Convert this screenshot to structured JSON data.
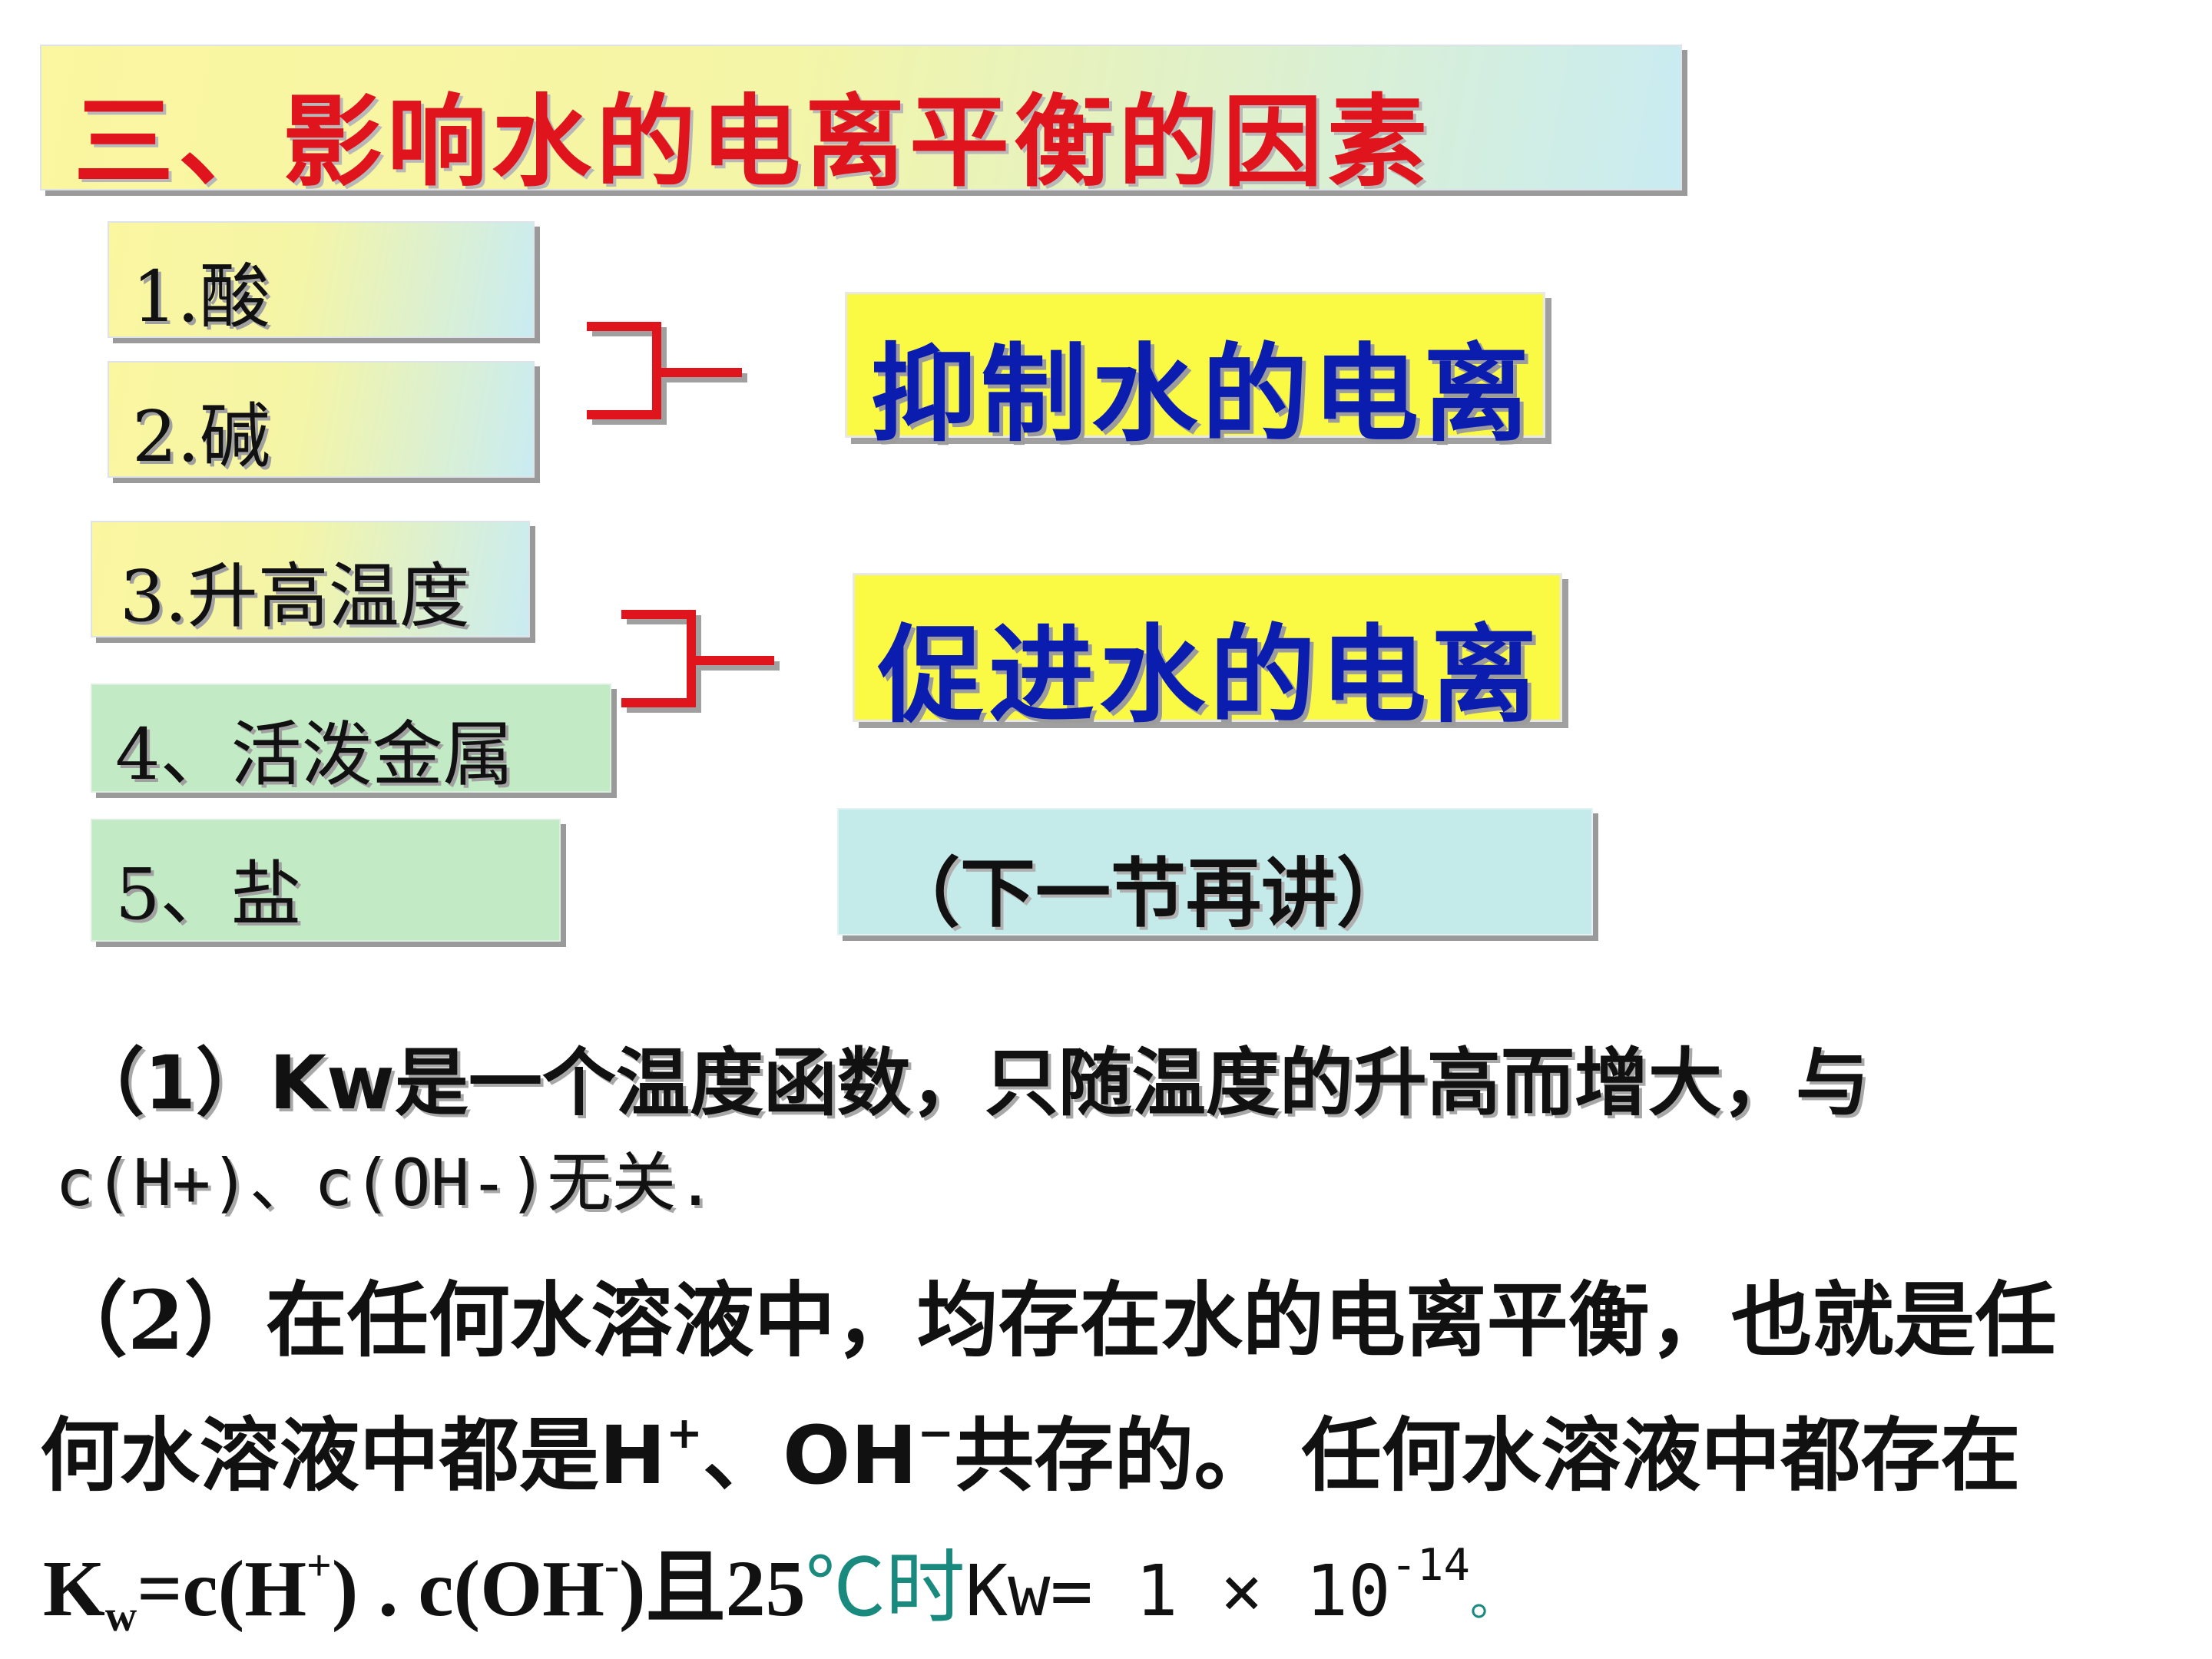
{
  "title": "三、影响水的电离平衡的因素",
  "factors": [
    "1.酸",
    "2.碱",
    "3.升高温度",
    "4、活泼金属",
    "5、盐"
  ],
  "effects": {
    "inhibit": "抑制水的电离",
    "promote": "促进水的电离",
    "next": "（下一节再讲）"
  },
  "note1": {
    "line1": "（1）Kw是一个温度函数，只随温度的升高而增大，与",
    "line2": "c(H+)、c(OH-)无关."
  },
  "note2": {
    "line1": "（2）在任何水溶液中，均存在水的电离平衡，也就是任",
    "line2_a": "何水溶液中都是H",
    "line2_sup1": "+",
    "line2_b": "、OH",
    "line2_sup2": "−",
    "line2_c": "共存的。 任何水溶液中都存在",
    "k": "K",
    "k_sub": "w",
    "eq_a": "=c(H",
    "eq_sup1": "+",
    "eq_b": ") . c(OH",
    "eq_sup2": "-",
    "eq_c": ")且25",
    "temp": "℃时",
    "kw": "Kw=",
    "value": " 1 ×  10",
    "exp": "-14",
    "end": "。"
  },
  "colors": {
    "title": "#e0141d",
    "effect_text": "#0a1dae",
    "bracket": "#e0141d",
    "temp_text": "#1a8a7e"
  }
}
